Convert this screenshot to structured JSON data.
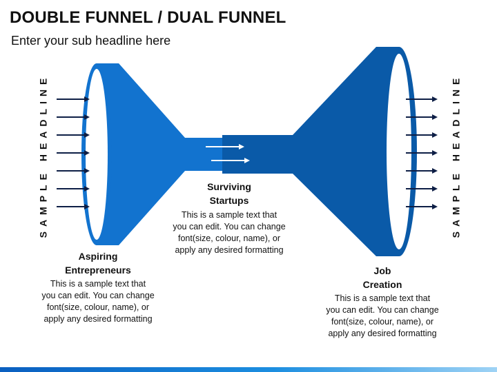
{
  "title": "DOUBLE FUNNEL / DUAL FUNNEL",
  "subtitle": "Enter your sub headline here",
  "side_headline_left": "SAMPLE HEADLINE",
  "side_headline_right": "SAMPLE HEADLINE",
  "colors": {
    "left_funnel": "#1273cf",
    "right_funnel": "#0a5aa8",
    "arrows": "#0d1e45",
    "bottom_bar": "#0a5fc0"
  },
  "stages": [
    {
      "title_lines": [
        "Aspiring",
        "Entrepreneurs"
      ],
      "desc_lines": [
        "This is a sample text that",
        "you can edit. You can change",
        "font(size, colour, name), or",
        "apply any desired formatting"
      ]
    },
    {
      "title_lines": [
        "Surviving",
        "Startups"
      ],
      "desc_lines": [
        "This is a sample text that",
        "you can edit. You can change",
        "font(size, colour, name), or",
        "apply any desired formatting"
      ]
    },
    {
      "title_lines": [
        "Job",
        "Creation"
      ],
      "desc_lines": [
        "This is a sample text that",
        "you can edit. You can change",
        "font(size, colour, name), or",
        "apply any desired formatting"
      ]
    }
  ]
}
